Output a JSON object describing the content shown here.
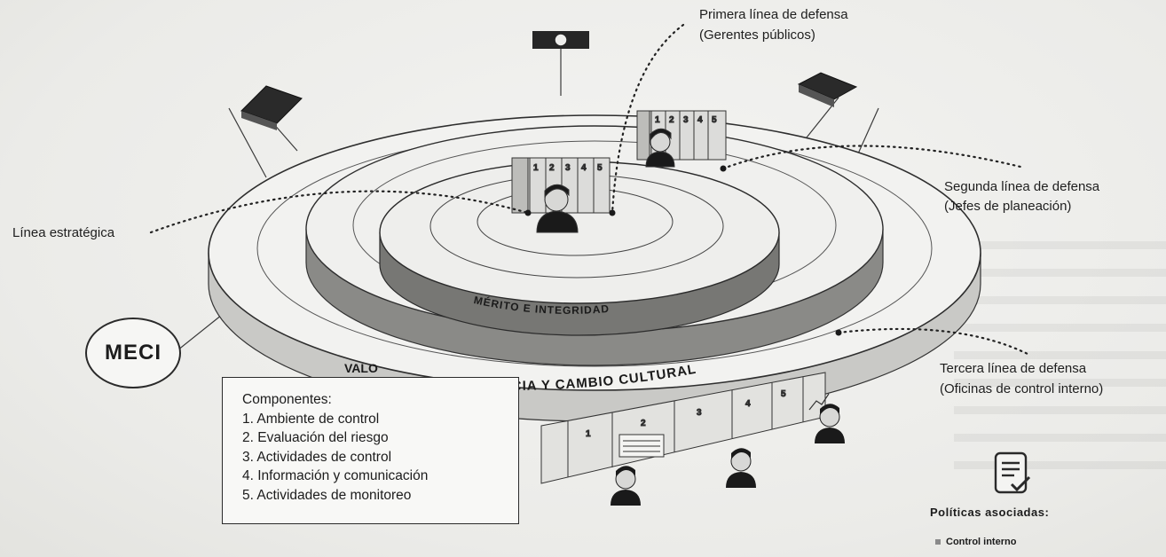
{
  "labels": {
    "primera_title": "Primera línea de defensa",
    "primera_sub": "(Gerentes públicos)",
    "segunda_title": "Segunda línea de defensa",
    "segunda_sub": "(Jefes de planeación)",
    "tercera_title": "Tercera línea de defensa",
    "tercera_sub": "(Oficinas de control interno)",
    "estrategica": "Línea estratégica",
    "meci": "MECI"
  },
  "rings": {
    "inner": "MÉRITO E INTEGRIDAD",
    "middle": "VALO",
    "outer": "NCIA Y CAMBIO CULTURAL"
  },
  "componentes": {
    "title": "Componentes:",
    "items": [
      "1. Ambiente de control",
      "2. Evaluación del riesgo",
      "3. Actividades de control",
      "4. Información y comunicación",
      "5. Actividades de monitoreo"
    ]
  },
  "panel_numbers": [
    "1",
    "2",
    "3",
    "4",
    "5"
  ],
  "politicas": {
    "title": "Políticas asociadas:",
    "items": [
      "Control interno"
    ]
  },
  "icons": {
    "document-check": "document-check-icon",
    "person": "person-icon",
    "book": "book-icon",
    "camera": "camera-icon",
    "chart": "trend-chart-icon"
  }
}
